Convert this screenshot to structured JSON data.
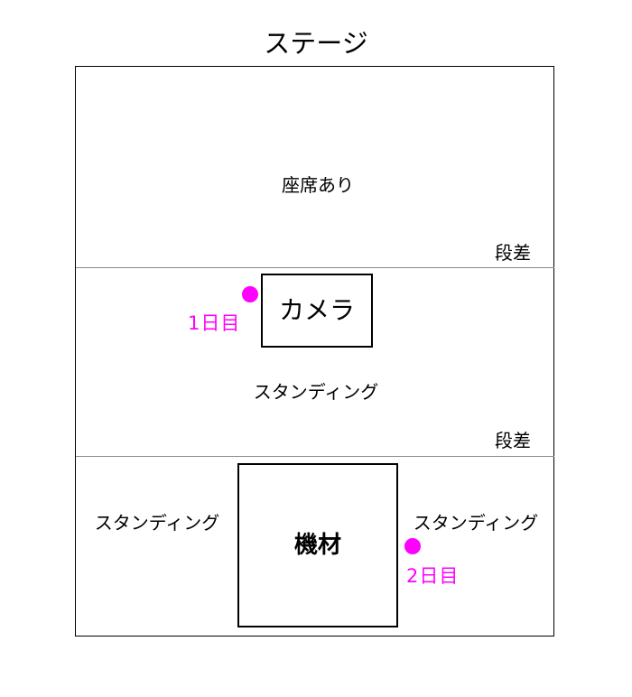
{
  "diagram": {
    "title": "ステージ",
    "colors": {
      "outline": "#000000",
      "divider": "#8a8a8a",
      "marker": "#ff00ff",
      "background": "#ffffff"
    },
    "zones": {
      "seating": {
        "label": "座席あり",
        "step_label": "段差"
      },
      "standing_middle": {
        "label": "スタンディング",
        "step_label": "段差"
      },
      "standing_left": {
        "label": "スタンディング"
      },
      "standing_right": {
        "label": "スタンディング"
      }
    },
    "objects": {
      "camera": {
        "label": "カメラ"
      },
      "equipment": {
        "label": "機材"
      }
    },
    "markers": [
      {
        "label": "1日目",
        "color": "#ff00ff"
      },
      {
        "label": "2日目",
        "color": "#ff00ff"
      }
    ]
  }
}
